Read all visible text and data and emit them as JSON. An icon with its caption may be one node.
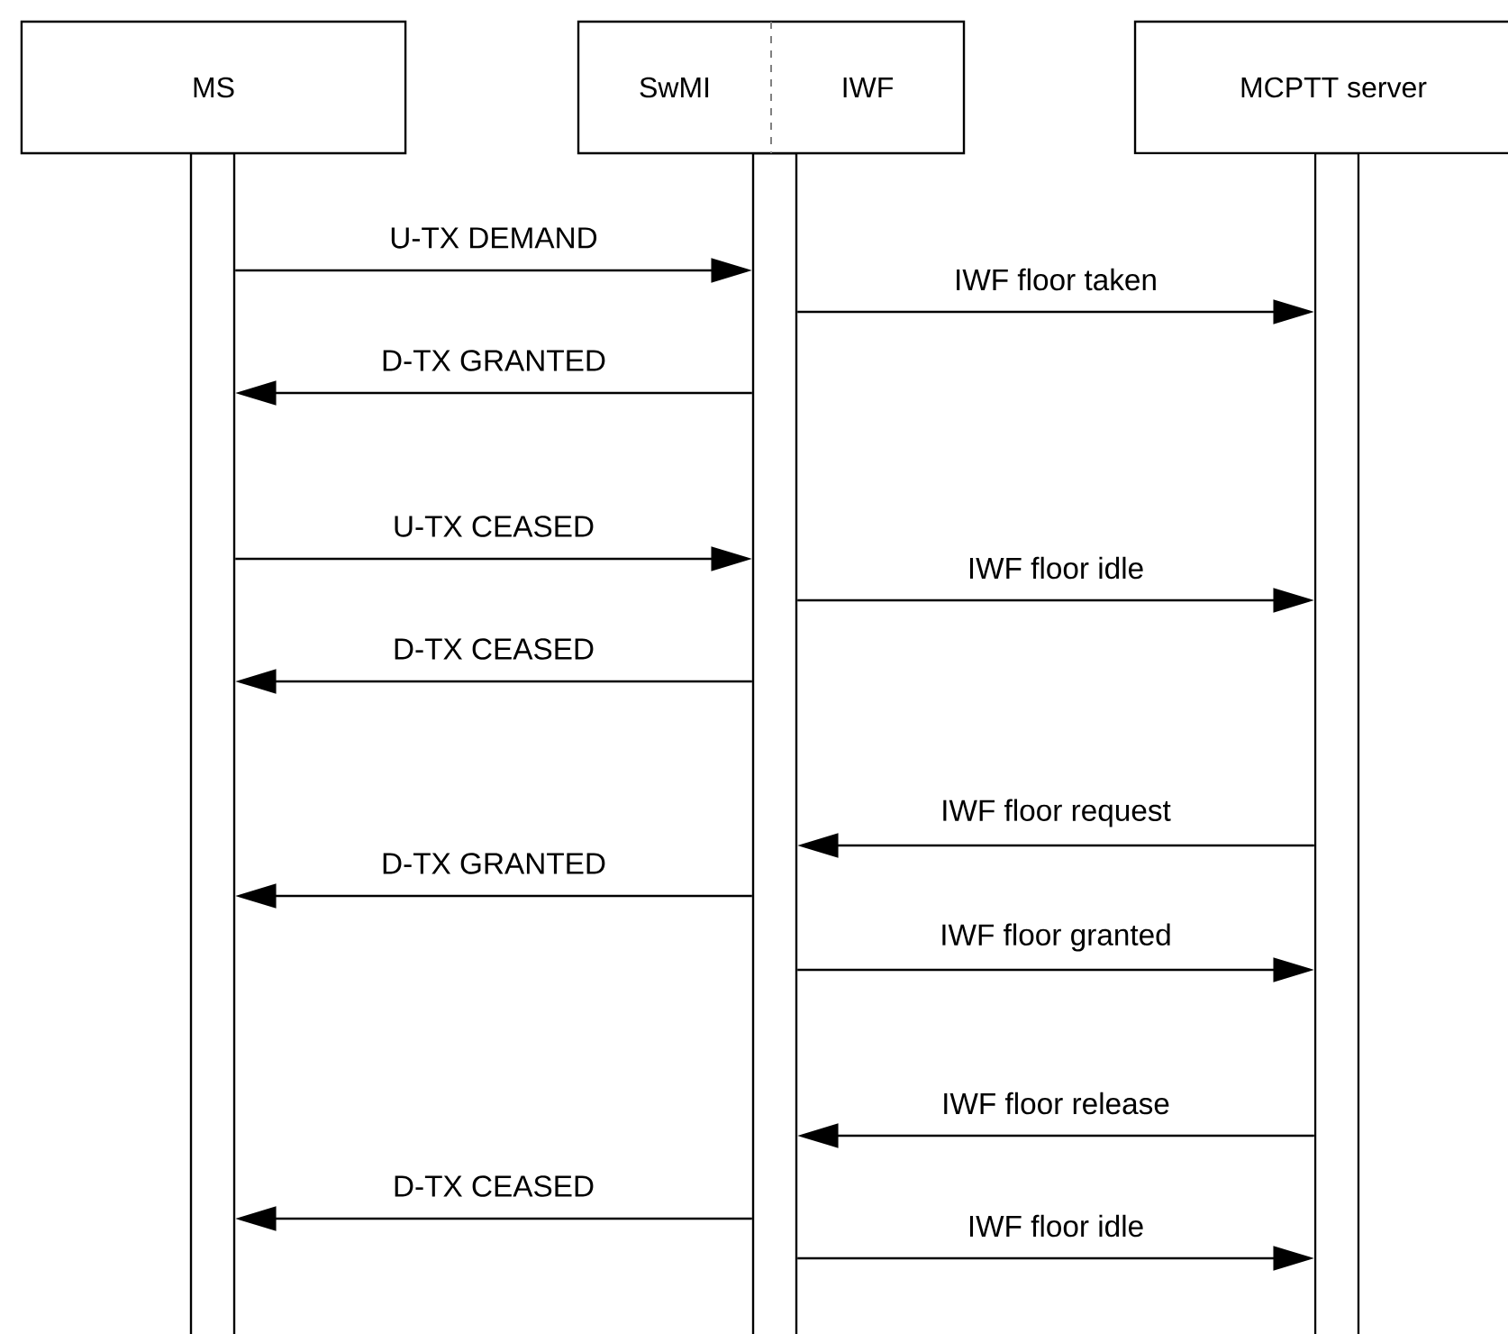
{
  "diagram": {
    "nodes": [
      {
        "text": [
          "MS"
        ]
      },
      {
        "text": [
          "SwMI",
          "IWF"
        ]
      },
      {
        "text": [
          "MCPTT server"
        ]
      },
      {
        "text": [],
        "shape": "bar"
      },
      {
        "text": [],
        "shape": "bar"
      },
      {
        "text": [],
        "shape": "bar"
      }
    ],
    "edges": [
      {
        "from": 3,
        "to": 4,
        "arrow": "to",
        "label": "U-TX DEMAND"
      },
      {
        "from": 4,
        "to": 5,
        "arrow": "to",
        "label": "IWF floor taken"
      },
      {
        "from": 4,
        "to": 3,
        "arrow": "to",
        "label": "D-TX GRANTED"
      },
      {
        "from": 3,
        "to": 4,
        "arrow": "to",
        "label": "U-TX CEASED"
      },
      {
        "from": 4,
        "to": 5,
        "arrow": "to",
        "label": "IWF floor idle"
      },
      {
        "from": 4,
        "to": 3,
        "arrow": "to",
        "label": "D-TX CEASED"
      },
      {
        "from": 5,
        "to": 4,
        "arrow": "to",
        "label": "IWF floor request"
      },
      {
        "from": 4,
        "to": 3,
        "arrow": "to",
        "label": "D-TX GRANTED"
      },
      {
        "from": 4,
        "to": 5,
        "arrow": "to",
        "label": "IWF floor granted"
      },
      {
        "from": 5,
        "to": 4,
        "arrow": "to",
        "label": "IWF floor release"
      },
      {
        "from": 4,
        "to": 3,
        "arrow": "to",
        "label": "D-TX CEASED"
      },
      {
        "from": 4,
        "to": 5,
        "arrow": "to",
        "label": "IWF floor idle"
      }
    ]
  }
}
